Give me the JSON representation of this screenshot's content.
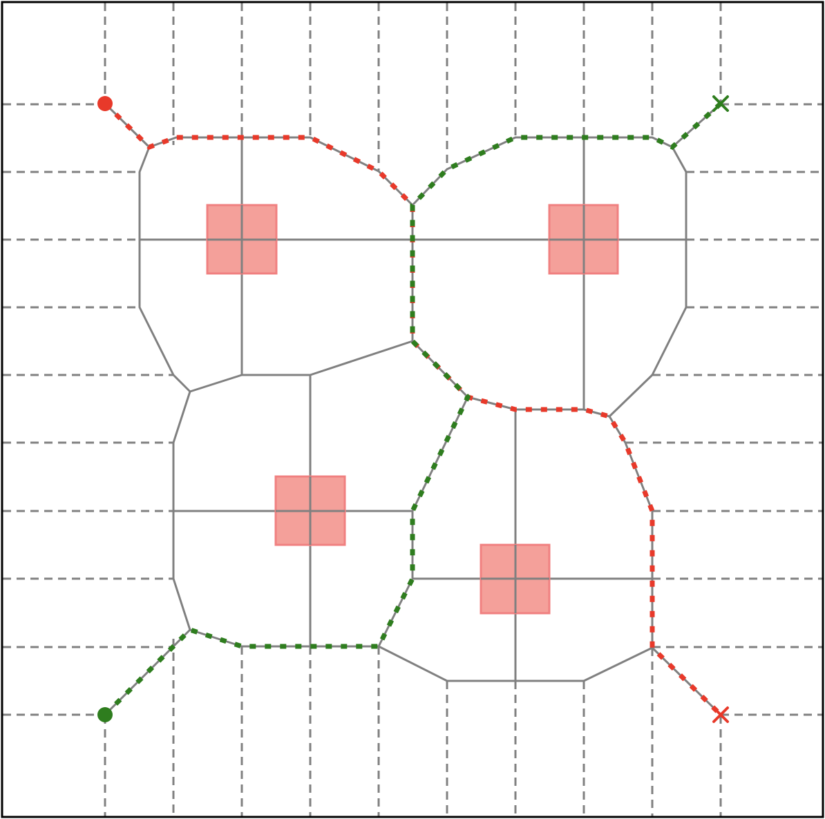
{
  "colors": {
    "frame": "#000000",
    "grid": "#808080",
    "obstacle_fill": "#f4a09a",
    "obstacle_stroke": "#f08080",
    "red_path": "#e8392a",
    "green_path": "#2e7d1e"
  },
  "markers": {
    "red_start": "circle",
    "red_goal": "x-cross",
    "green_start": "circle",
    "green_goal": "x-cross"
  }
}
